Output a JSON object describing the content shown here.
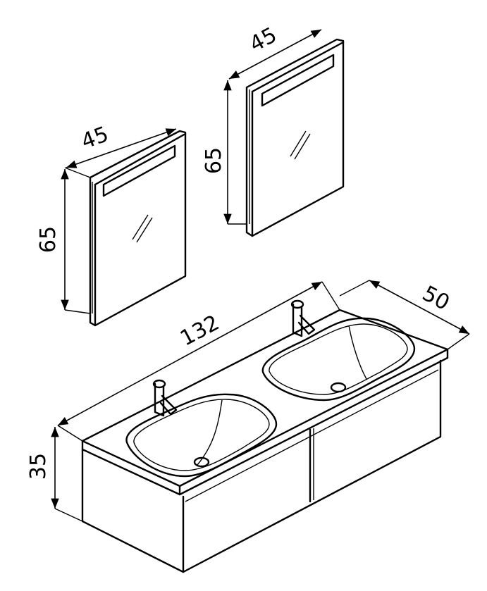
{
  "dimensions": {
    "mirror_left_width": "45",
    "mirror_left_height": "65",
    "mirror_right_width": "45",
    "mirror_right_height": "65",
    "vanity_width": "132",
    "vanity_depth": "50",
    "vanity_height": "35"
  },
  "colors": {
    "line": "#000000",
    "background": "#ffffff"
  }
}
